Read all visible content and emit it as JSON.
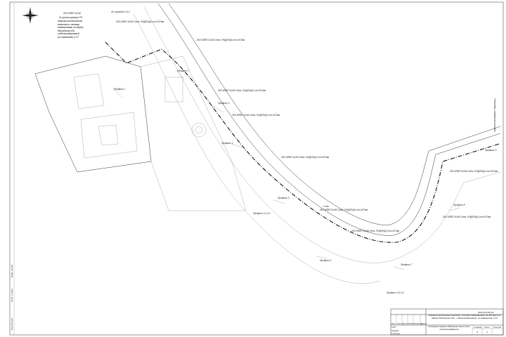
{
  "drawing": {
    "north_arrow_icon": "compass-rose-icon",
    "side_note": "5 Колодец с наземным выходом",
    "callouts": [
      {
        "text": "2КЛ АПВП 3х240"
      },
      {
        "text": "Ж проектируемую РП"
      },
      {
        "text": "торгово-гостиничного комплекса с жилыми помещениями по адресу Московская обл., г.Железнодорожный, ул.Саввинская, д.17"
      },
      {
        "text": "Зн. траншеи Тг-1"
      },
      {
        "text": "2КЛ АПВП 3х240 Отм. ПНД/ЛНД Lтп=107мм"
      },
      {
        "text": "Профиль 1"
      },
      {
        "text": "Профиль 2"
      },
      {
        "text": "Профиль 3"
      },
      {
        "text": "Профиль 4"
      },
      {
        "text": "Профиль 5"
      },
      {
        "text": "Профиль 6"
      },
      {
        "text": "Профиль 7"
      },
      {
        "text": "Профиль 8"
      },
      {
        "text": "Профиль 9"
      },
      {
        "text": "Профиль 3,1,3,4"
      },
      {
        "text": "Профиль 2,5,3,4"
      },
      {
        "text": "L=4м"
      }
    ]
  },
  "title_block": {
    "code": "180/13/13-08-ЭС",
    "project": "Торгово-гостиничный комплекс с жилыми помещениями на 200 мест по адресу Московская обл., г.Железнодорожный, ул.Саввинская, д.17",
    "sheet_title": "Ситуация трассы кабельной линии сети электроснабжения",
    "stage_header": "Стадия",
    "sheet_header": "Лист",
    "sheets_header": "Листов",
    "stage": "П",
    "sheet": "4",
    "columns": [
      "Изм.",
      "Кол.уч",
      "Лист",
      "№док.",
      "Подпись",
      "Дата"
    ],
    "roles": [
      "ГИП",
      "Разраб.",
      "Н.контр."
    ]
  },
  "left_strip": [
    "Инв.№ подл.",
    "Подп. и дата",
    "Взам. инв.№"
  ]
}
